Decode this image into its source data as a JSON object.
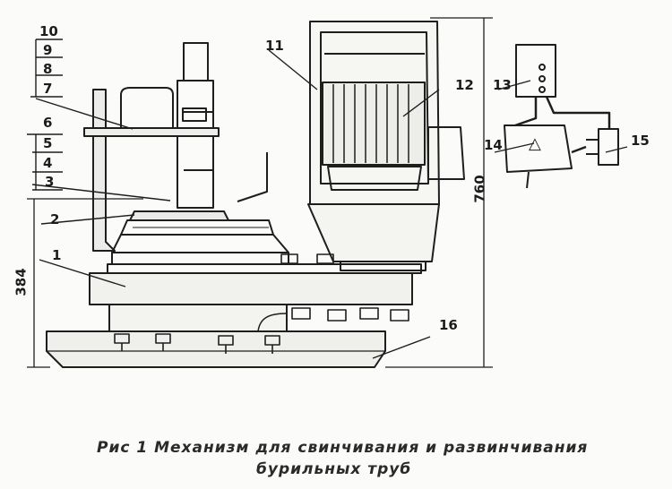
{
  "figure": {
    "callouts": {
      "c1": "1",
      "c2": "2",
      "c3": "3",
      "c4": "4",
      "c5": "5",
      "c6": "6",
      "c7": "7",
      "c8": "8",
      "c9": "9",
      "c10": "10",
      "c11": "11",
      "c12": "12",
      "c13": "13",
      "c14": "14",
      "c15": "15",
      "c16": "16"
    },
    "dimensions": {
      "height_left": "384",
      "height_right": "760"
    },
    "caption": {
      "line1": "Рис 1   Механизм для свинчивания и развинчивания",
      "line2": "бурильных   труб"
    },
    "schematic_symbol": "△"
  }
}
